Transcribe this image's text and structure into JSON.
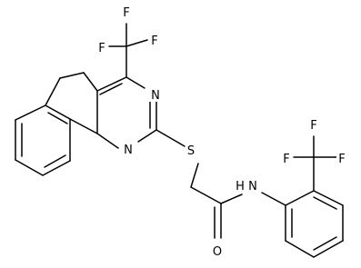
{
  "molecule": {
    "atoms": {
      "f1": "F",
      "f2": "F",
      "f3": "F",
      "f4": "F",
      "f5": "F",
      "f6": "F",
      "n1": "N",
      "n2": "N",
      "n3": "N",
      "s": "S",
      "o": "O",
      "h": "H"
    }
  }
}
